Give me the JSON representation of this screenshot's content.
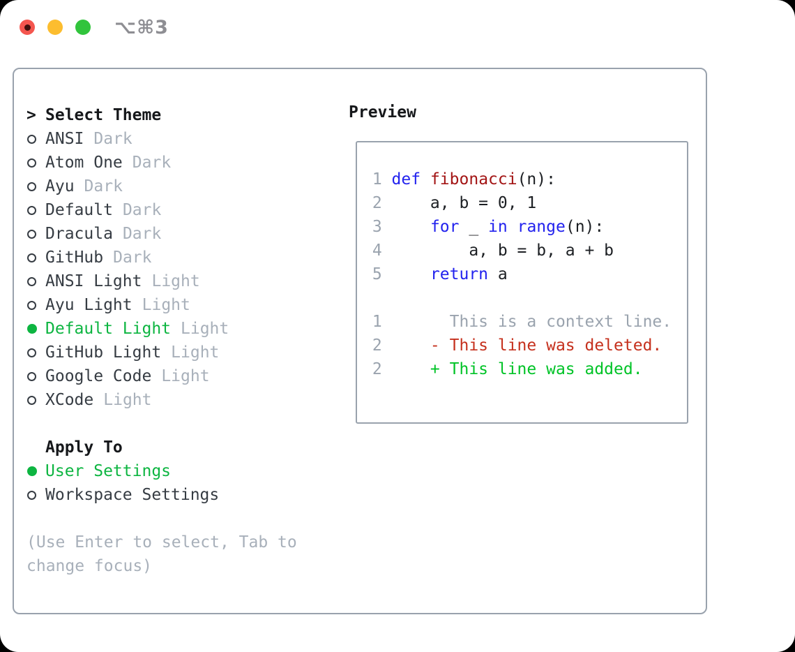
{
  "window": {
    "shortcut": "⌥⌘3",
    "traffic_lights": [
      "close",
      "minimize",
      "zoom"
    ]
  },
  "theme_panel": {
    "title": "Select Theme",
    "title_prefix": ">",
    "themes": [
      {
        "name": "ANSI",
        "variant": "Dark",
        "selected": false
      },
      {
        "name": "Atom One",
        "variant": "Dark",
        "selected": false
      },
      {
        "name": "Ayu",
        "variant": "Dark",
        "selected": false
      },
      {
        "name": "Default",
        "variant": "Dark",
        "selected": false
      },
      {
        "name": "Dracula",
        "variant": "Dark",
        "selected": false
      },
      {
        "name": "GitHub",
        "variant": "Dark",
        "selected": false
      },
      {
        "name": "ANSI Light",
        "variant": "Light",
        "selected": false
      },
      {
        "name": "Ayu Light",
        "variant": "Light",
        "selected": false
      },
      {
        "name": "Default Light",
        "variant": "Light",
        "selected": true
      },
      {
        "name": "GitHub Light",
        "variant": "Light",
        "selected": false
      },
      {
        "name": "Google Code",
        "variant": "Light",
        "selected": false
      },
      {
        "name": "XCode",
        "variant": "Light",
        "selected": false
      }
    ],
    "apply_to": {
      "title": "Apply To",
      "options": [
        {
          "label": "User Settings",
          "selected": true
        },
        {
          "label": "Workspace Settings",
          "selected": false
        }
      ]
    },
    "help_text": "(Use Enter to select, Tab to change focus)"
  },
  "preview": {
    "title": "Preview",
    "code_lines": [
      {
        "num": "1",
        "segments": [
          {
            "text": "def",
            "color": "keyword"
          },
          {
            "text": " ",
            "color": "plain"
          },
          {
            "text": "fibonacci",
            "color": "function"
          },
          {
            "text": "(n):",
            "color": "plain"
          }
        ]
      },
      {
        "num": "2",
        "segments": [
          {
            "text": "    a, b = 0, 1",
            "color": "plain"
          }
        ]
      },
      {
        "num": "3",
        "segments": [
          {
            "text": "    ",
            "color": "plain"
          },
          {
            "text": "for",
            "color": "keyword"
          },
          {
            "text": " _ ",
            "color": "plain"
          },
          {
            "text": "in",
            "color": "keyword"
          },
          {
            "text": " ",
            "color": "plain"
          },
          {
            "text": "range",
            "color": "keyword"
          },
          {
            "text": "(n):",
            "color": "plain"
          }
        ]
      },
      {
        "num": "4",
        "segments": [
          {
            "text": "        a, b = b, a + b",
            "color": "plain"
          }
        ]
      },
      {
        "num": "5",
        "segments": [
          {
            "text": "    ",
            "color": "plain"
          },
          {
            "text": "return",
            "color": "keyword"
          },
          {
            "text": " a",
            "color": "plain"
          }
        ]
      },
      {
        "num": "",
        "segments": []
      },
      {
        "num": "1",
        "segments": [
          {
            "text": "      This is a context line.",
            "color": "context"
          }
        ]
      },
      {
        "num": "2",
        "segments": [
          {
            "text": "    - This line was deleted.",
            "color": "deleted"
          }
        ]
      },
      {
        "num": "2",
        "segments": [
          {
            "text": "    + This line was added.",
            "color": "added"
          }
        ]
      }
    ]
  },
  "colors": {
    "traffic_red": "#f4564f",
    "traffic_red_dot": "#40100d",
    "traffic_yellow": "#fcbd2f",
    "traffic_green": "#31c43c",
    "shortcut_gray": "#8e8e93",
    "border_gray": "#99a2ad",
    "title_black": "#16181b",
    "text_dark": "#363c43",
    "muted_gray": "#a8b0ba",
    "line_number_gray": "#9aa3ae",
    "context_gray": "#9aa3ae",
    "selection_green": "#0db541",
    "added_green": "#00c327",
    "deleted_red": "#c5301d",
    "keyword_blue": "#2222ee",
    "function_red": "#a31515",
    "code_plain": "#1c1f23"
  }
}
